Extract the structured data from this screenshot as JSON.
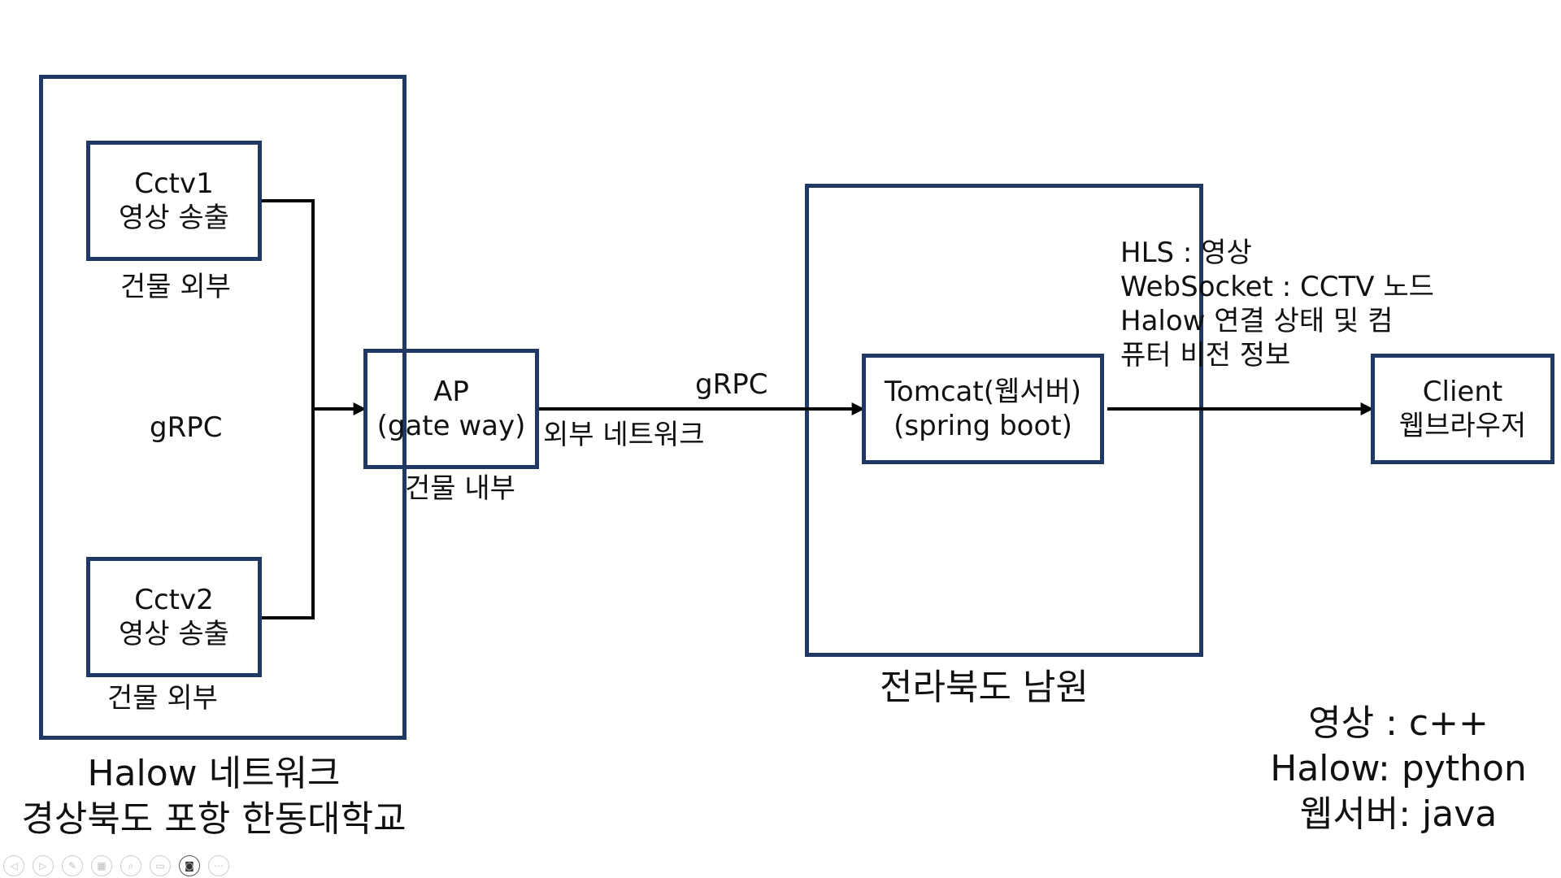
{
  "colors": {
    "box_border": "#1f3864",
    "line": "#000000",
    "text": "#111111"
  },
  "cctv1": {
    "line1": "Cctv1",
    "line2": "영상 송출",
    "caption": "건물 외부"
  },
  "cctv2": {
    "line1": "Cctv2",
    "line2": "영상 송출",
    "caption": "건물 외부"
  },
  "halow_grpc_label": "gRPC",
  "ap": {
    "line1": "AP",
    "line2": "(gate way)",
    "caption": "건물 내부"
  },
  "external": {
    "grpc_label": "gRPC",
    "network_label": "외부 네트워크"
  },
  "tomcat": {
    "line1": "Tomcat(웹서버)",
    "line2": "(spring boot)"
  },
  "server_caption": "전라북도 남원",
  "info": {
    "line1": "HLS : 영상",
    "line2": "WebSocket : CCTV 노드",
    "line3": "Halow 연결 상태 및 컴",
    "line4": "퓨터 비전 정보"
  },
  "client": {
    "line1": "Client",
    "line2": "웹브라우저"
  },
  "halow_caption": {
    "line1": "Halow 네트워크",
    "line2": "경상북도 포항 한동대학교"
  },
  "languages": {
    "line1": "영상 : c++",
    "line2": "Halow: python",
    "line3": "웹서버: java"
  },
  "controls": [
    {
      "name": "prev-slide-icon",
      "glyph": "◁"
    },
    {
      "name": "next-slide-icon",
      "glyph": "▷"
    },
    {
      "name": "pen-icon",
      "glyph": "✎"
    },
    {
      "name": "slides-grid-icon",
      "glyph": "▦"
    },
    {
      "name": "zoom-icon",
      "glyph": "⌕"
    },
    {
      "name": "subtitles-icon",
      "glyph": "▭"
    },
    {
      "name": "camera-icon",
      "glyph": "◙"
    },
    {
      "name": "more-icon",
      "glyph": "⋯"
    }
  ]
}
